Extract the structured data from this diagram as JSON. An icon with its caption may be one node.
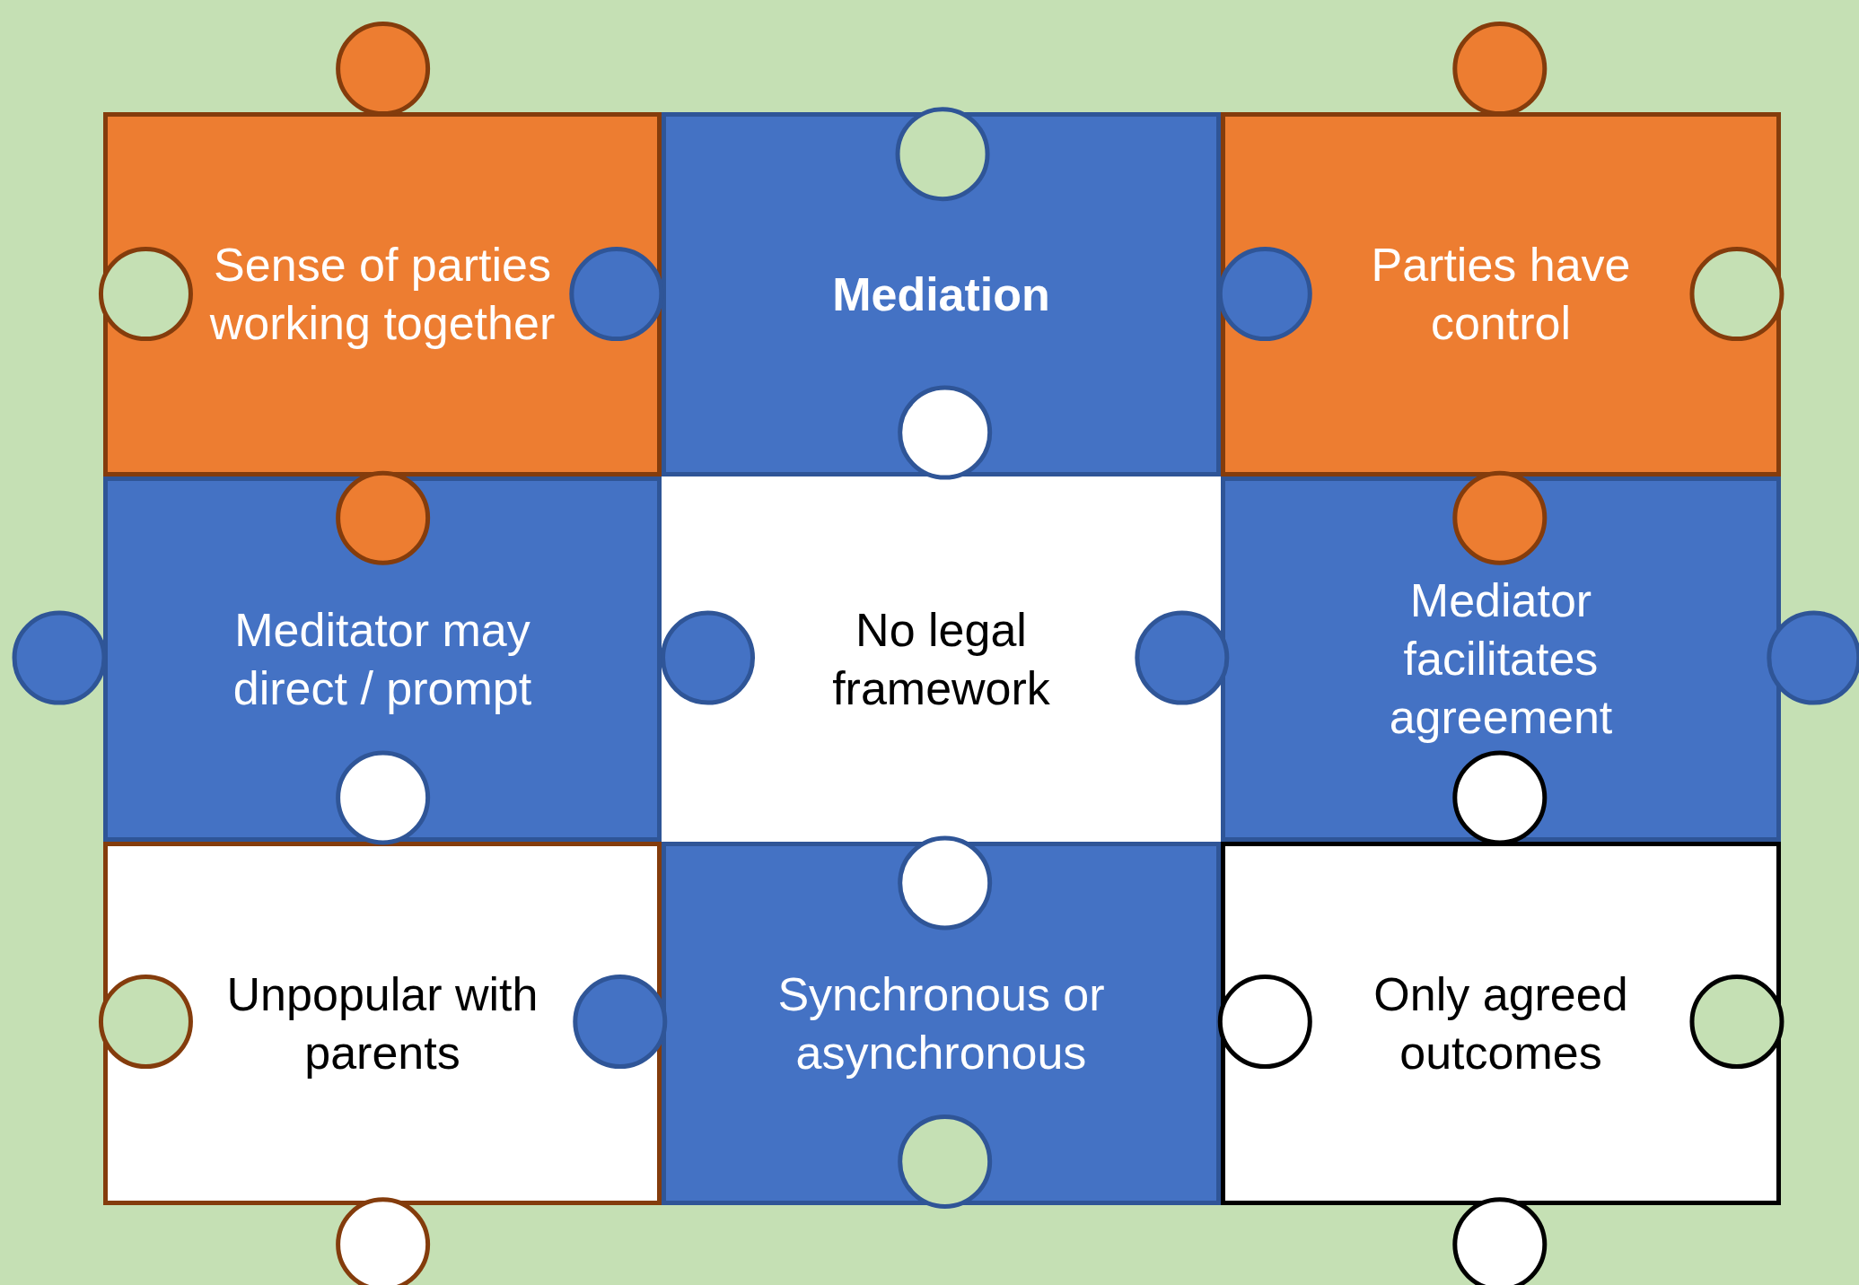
{
  "diagram": {
    "nodes": [
      {
        "text": [
          "Sense of parties working together"
        ]
      },
      {
        "text": [
          "Mediation"
        ]
      },
      {
        "text": [
          "Parties have control"
        ]
      },
      {
        "text": [
          "Meditator may direct / prompt"
        ]
      },
      {
        "text": [
          "No legal framework"
        ]
      },
      {
        "text": [
          "Mediator facilitates agreement"
        ]
      },
      {
        "text": [
          "Unpopular with parents"
        ]
      },
      {
        "text": [
          "Synchronous or asynchronous"
        ]
      },
      {
        "text": [
          "Only agreed outcomes"
        ]
      }
    ]
  }
}
